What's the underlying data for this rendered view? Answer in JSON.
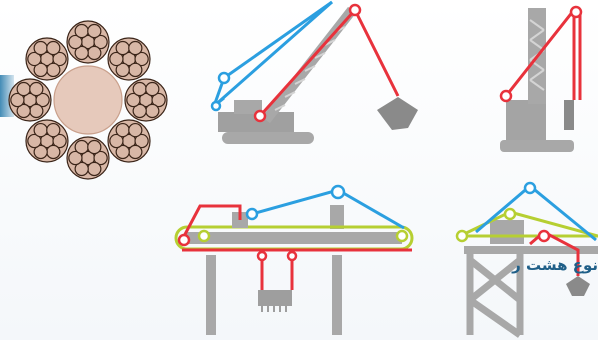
{
  "caption": "نوع هشت ر",
  "colors": {
    "rope_red": "#e8323c",
    "rope_blue": "#2b9fe0",
    "rope_green": "#b6cf32",
    "machine_grey": "#9c9c9c",
    "strand_fill": "#d8b7a6",
    "strand_outline": "#3a2418",
    "caption": "#1f5f88",
    "bar": "#2f7fae"
  },
  "icons": [
    "wire-rope-cross-section",
    "crawler-crane",
    "tower-crane",
    "gantry-crane",
    "luffing-jib-crane"
  ]
}
